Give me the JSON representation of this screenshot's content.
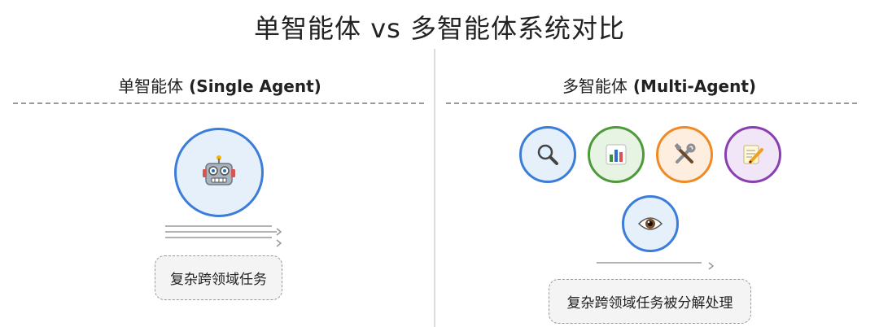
{
  "title": "单智能体 vs 多智能体系统对比",
  "left_panel": {
    "heading_cn": "单智能体",
    "heading_en": "(Single Agent)",
    "agent_icon": "robot-icon",
    "task": "复杂跨领域任务"
  },
  "right_panel": {
    "heading_cn": "多智能体",
    "heading_en": "(Multi-Agent)",
    "agents": [
      {
        "icon": "magnifier-icon",
        "color": "#3b7dd8"
      },
      {
        "icon": "bar-chart-icon",
        "color": "#4e9a3a"
      },
      {
        "icon": "tools-icon",
        "color": "#f08a24"
      },
      {
        "icon": "writing-icon",
        "color": "#8a3fb0"
      },
      {
        "icon": "eye-icon",
        "color": "#3b7dd8"
      }
    ],
    "task": "复杂跨领域任务被分解处理"
  }
}
